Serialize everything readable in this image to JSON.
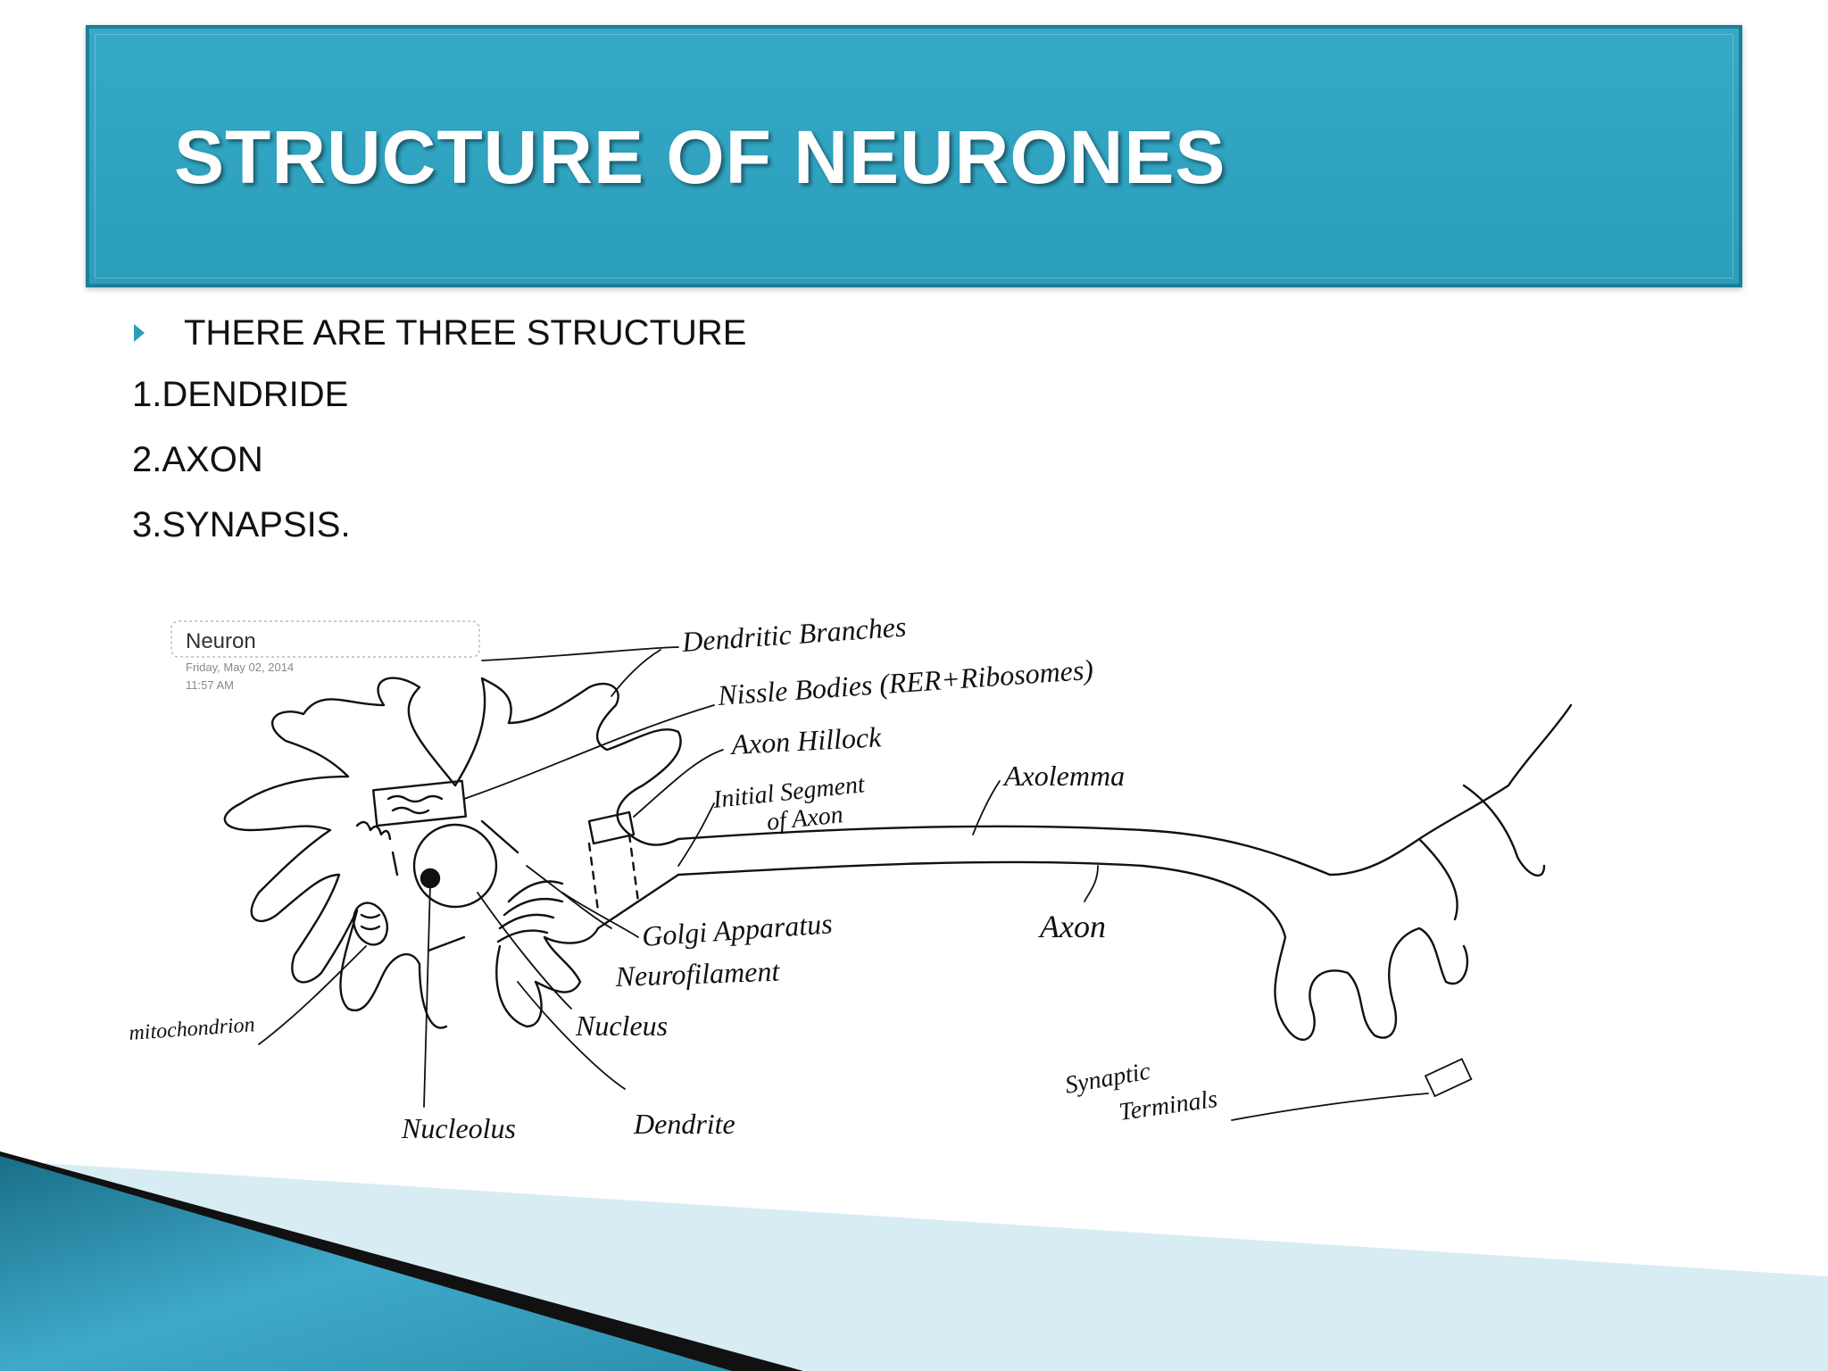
{
  "title": "STRUCTURE OF NEURONES",
  "intro": "THERE ARE THREE STRUCTURE",
  "items": [
    "1.DENDRIDE",
    "2.AXON",
    "3.SYNAPSIS."
  ],
  "diagram": {
    "header_title": "Neuron",
    "header_date": "Friday, May 02, 2014",
    "header_time": "11:57 AM",
    "labels": {
      "dendritic_branches": "Dendritic Branches",
      "nissle_bodies": "Nissle Bodies (RER+Ribosomes)",
      "axon_hillock": "Axon Hillock",
      "initial_segment_1": "Initial Segment",
      "initial_segment_2": "of Axon",
      "axolemma": "Axolemma",
      "golgi": "Golgi Apparatus",
      "neurofilament": "Neurofilament",
      "nucleus": "Nucleus",
      "mitochondrion": "mitochondrion",
      "nucleolus": "Nucleolus",
      "dendrite": "Dendrite",
      "axon": "Axon",
      "synaptic_1": "Synaptic",
      "synaptic_2": "Terminals"
    }
  },
  "colors": {
    "banner": "#2b9ebb",
    "banner_border": "#1d7f97",
    "bullet": "#2b9ebb"
  }
}
